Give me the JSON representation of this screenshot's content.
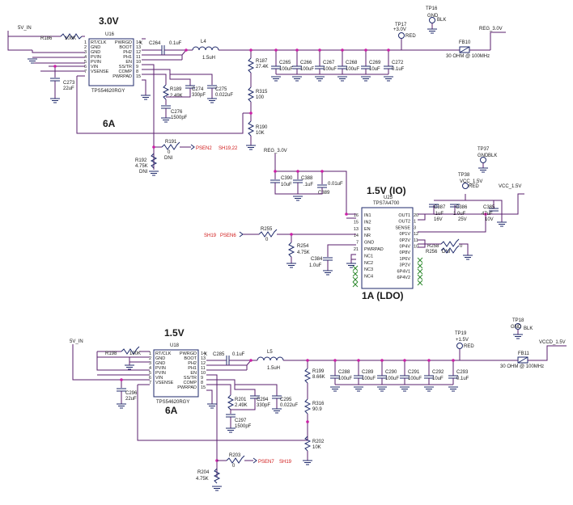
{
  "top_regulator": {
    "title": "3.0V",
    "current": "6A",
    "ref": "U16",
    "part": "TPS54620RGY",
    "pins_left": [
      "RT/CLK",
      "GND",
      "GND",
      "PVIN",
      "PVIN",
      "VIN",
      "VSENSE"
    ],
    "pins_left_num": [
      "1",
      "2",
      "3",
      "4",
      "5",
      "6",
      "7"
    ],
    "pins_right": [
      "PWRGD",
      "BOOT",
      "PH2",
      "PH1",
      "EN",
      "SS/TR",
      "COMP",
      "PWRPAD"
    ],
    "pins_right_num": [
      "14",
      "13",
      "12",
      "11",
      "10",
      "9",
      "8",
      "15"
    ],
    "vin_net": "5V_IN",
    "r186": {
      "ref": "R186",
      "val": "100K"
    },
    "c273": {
      "ref": "C273",
      "val": "22uF"
    },
    "c264": {
      "ref": "C264",
      "val": "0.1uF"
    },
    "l4": {
      "ref": "L4",
      "val": "1.5uH"
    },
    "r189": {
      "ref": "R189",
      "val": "2.49K"
    },
    "c276": {
      "ref": "C276",
      "val": "1500pF"
    },
    "c274": {
      "ref": "C274",
      "val": "330pF"
    },
    "c275": {
      "ref": "C275",
      "val": "0.022uF"
    },
    "r187": {
      "ref": "R187",
      "val": "27.4K"
    },
    "r315": {
      "ref": "R315",
      "val": "100"
    },
    "r190": {
      "ref": "R190",
      "val": "10K"
    },
    "r191": {
      "ref": "R191",
      "val": "0",
      "dni": "DNI"
    },
    "r192": {
      "ref": "R192",
      "val": "4.75K",
      "dni": "DNI"
    },
    "psen": "PSEN2",
    "sheet": "SH19,22",
    "out_caps": [
      {
        "ref": "C265",
        "val": "100uF"
      },
      {
        "ref": "C266",
        "val": "100uF"
      },
      {
        "ref": "C267",
        "val": "100uF"
      },
      {
        "ref": "C268",
        "val": "100uF"
      },
      {
        "ref": "C269",
        "val": "10uF"
      },
      {
        "ref": "C272",
        "val": "0.1uF"
      }
    ],
    "tp17": {
      "ref": "TP17",
      "val": "+3.0V",
      "color": "RED"
    },
    "tp16": {
      "ref": "TP16",
      "val": "GND",
      "color": "BLK"
    },
    "fb10": {
      "ref": "FB10",
      "val": "30 OHM @ 100MHz"
    },
    "out_net": "REG_3.0V"
  },
  "ldo": {
    "title": "1.5V (IO)",
    "current": "1A (LDO)",
    "ref": "U25",
    "part": "TPS7A4700",
    "in_net": "REG_3.0V",
    "pins_left": [
      "IN1",
      "IN2",
      "EN",
      "NR",
      "GND",
      "PWRPAD",
      "NC1",
      "NC2",
      "NC3",
      "NC4"
    ],
    "pins_left_num": [
      "16",
      "15",
      "13",
      "14",
      "7",
      "21",
      "",
      "",
      "",
      ""
    ],
    "pins_right": [
      "OUT1",
      "OUT2",
      "SENSE",
      "0P1V",
      "0P2V",
      "0P4V",
      "0P8V",
      "1P6V",
      "3P2V",
      "6P4V1",
      "6P4V2"
    ],
    "pins_right_num": [
      "20",
      "1",
      "3",
      "12",
      "11",
      "10",
      "",
      "",
      "",
      "",
      ""
    ],
    "c390": {
      "ref": "C390",
      "val": "10uF"
    },
    "c388": {
      "ref": "C388",
      "val": ".1uF"
    },
    "c389": {
      "ref": "C389",
      "val": "0.01uF"
    },
    "r255": {
      "ref": "R255",
      "val": "0"
    },
    "r254": {
      "ref": "R254",
      "val": "4.75K"
    },
    "c384": {
      "ref": "C384",
      "val": "1.0uF"
    },
    "r258": {
      "ref": "R258",
      "val": "0"
    },
    "r256": {
      "ref": "R256",
      "val": "DNI"
    },
    "c387": {
      "ref": "C387",
      "val": ".1uF",
      "volt": "16V"
    },
    "c386": {
      "ref": "C386",
      "val": "1.0uF",
      "volt": "25V"
    },
    "c385": {
      "ref": "C385",
      "val": "47uF",
      "volt": "10V"
    },
    "tp38": {
      "ref": "TP38",
      "val": "VCC_1.5V",
      "color": "RED"
    },
    "tp37": {
      "ref": "TP37",
      "val": "GND",
      "color": "BLK"
    },
    "out_net": "VCC_1.5V",
    "psen": "PSEN6",
    "sheet": "SH19"
  },
  "bottom_regulator": {
    "title": "1.5V",
    "current": "6A",
    "ref": "U18",
    "part": "TPS54620RGY",
    "pins_left": [
      "RT/CLK",
      "GND",
      "GND",
      "PVIN",
      "PVIN",
      "VIN",
      "VSENSE"
    ],
    "pins_left_num": [
      "1",
      "2",
      "3",
      "4",
      "5",
      "6",
      "7"
    ],
    "pins_right": [
      "PWRGD",
      "BOOT",
      "PH2",
      "PH1",
      "EN",
      "SS/TR",
      "COMP",
      "PWRPAD"
    ],
    "pins_right_num": [
      "14",
      "13",
      "12",
      "11",
      "10",
      "9",
      "8",
      "15"
    ],
    "vin_net": "5V_IN",
    "r198": {
      "ref": "R198",
      "val": "100K"
    },
    "c296": {
      "ref": "C296",
      "val": "22uF"
    },
    "c285": {
      "ref": "C285",
      "val": "0.1uF"
    },
    "l5": {
      "ref": "L5",
      "val": "1.5uH"
    },
    "r201": {
      "ref": "R201",
      "val": "2.49K"
    },
    "c297": {
      "ref": "C297",
      "val": "1500pF"
    },
    "c294": {
      "ref": "C294",
      "val": "330pF"
    },
    "c295": {
      "ref": "C295",
      "val": "0.022uF"
    },
    "r199": {
      "ref": "R199",
      "val": "8.66K"
    },
    "r316": {
      "ref": "R316",
      "val": "90.9"
    },
    "r202": {
      "ref": "R202",
      "val": "10K"
    },
    "r203": {
      "ref": "R203",
      "val": "0"
    },
    "r204": {
      "ref": "R204",
      "val": "4.75K"
    },
    "psen": "PSEN7",
    "sheet": "SH19",
    "out_caps": [
      {
        "ref": "C288",
        "val": "100uF"
      },
      {
        "ref": "C289",
        "val": "100uF"
      },
      {
        "ref": "C290",
        "val": "100uF"
      },
      {
        "ref": "C291",
        "val": "100uF"
      },
      {
        "ref": "C292",
        "val": "10uF"
      },
      {
        "ref": "C293",
        "val": "0.1uF"
      }
    ],
    "tp19": {
      "ref": "TP19",
      "val": "+1.5V",
      "color": "RED"
    },
    "tp18": {
      "ref": "TP18",
      "val": "GND",
      "color": "BLK"
    },
    "fb11": {
      "ref": "FB11",
      "val": "30 OHM @ 100MHz"
    },
    "out_net": "VCCD_1.5V"
  }
}
